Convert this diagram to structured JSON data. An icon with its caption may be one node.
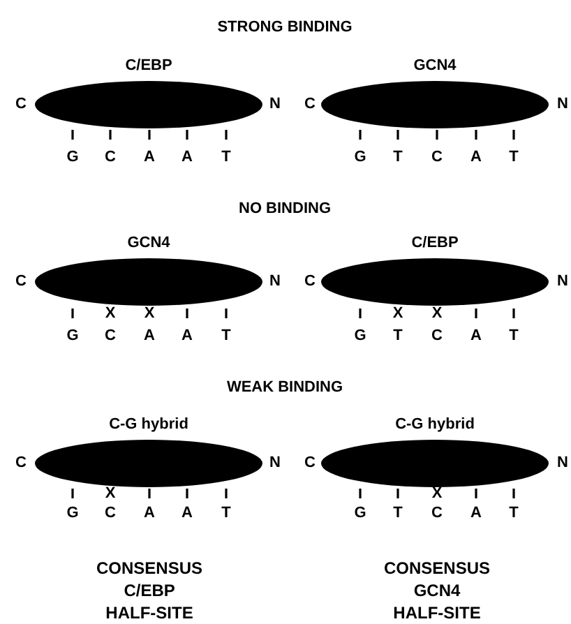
{
  "diagram": {
    "nodes": [
      {
        "text": [
          "C/EBP"
        ]
      },
      {
        "text": [
          "GCN4"
        ]
      },
      {
        "text": [
          "GCN4"
        ]
      },
      {
        "text": [
          "C/EBP"
        ]
      },
      {
        "text": [
          "C-G hybrid"
        ]
      },
      {
        "text": [
          "C-G hybrid"
        ]
      }
    ],
    "edges": [],
    "labels": [
      "STRONG BINDING",
      "C",
      "N",
      "C",
      "N",
      "G",
      "C",
      "A",
      "A",
      "T",
      "G",
      "T",
      "C",
      "A",
      "T",
      "NO BINDING",
      "C",
      "N",
      "C",
      "N",
      "X",
      "X",
      "X",
      "X",
      "G",
      "C",
      "A",
      "A",
      "T",
      "G",
      "T",
      "C",
      "A",
      "T",
      "WEAK BINDING",
      "C",
      "N",
      "C",
      "N",
      "X",
      "X",
      "G",
      "C",
      "A",
      "A",
      "T",
      "G",
      "T",
      "C",
      "A",
      "T",
      "CONSENSUS C/EBP HALF-SITE",
      "CONSENSUS GCN4 HALF-SITE"
    ]
  }
}
